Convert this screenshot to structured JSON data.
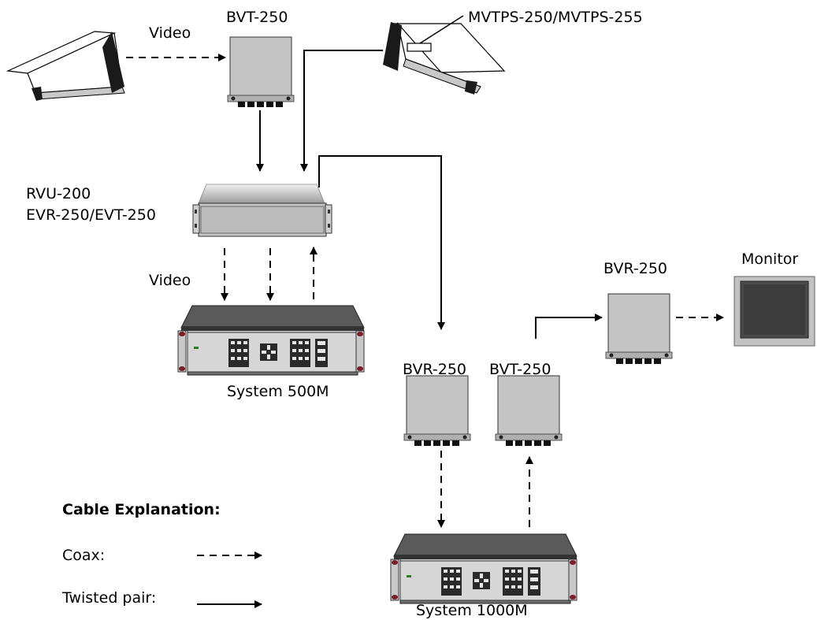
{
  "labels": {
    "bvt_top": "BVT-250",
    "video_top": "Video",
    "mvtps": "MVTPS-250/MVTPS-255",
    "rvu_line1": "RVU-200",
    "rvu_line2": "EVR-250/EVT-250",
    "video_mid": "Video",
    "system500": "System 500M",
    "monitor": "Monitor",
    "bvr_right": "BVR-250",
    "bvr_bottom": "BVR-250",
    "bvt_bottom": "BVT-250",
    "system1000": "System 1000M"
  },
  "legend": {
    "title": "Cable Explanation:",
    "coax": "Coax:",
    "twisted": "Twisted pair:"
  },
  "colors": {
    "device_gray": "#c0c0c0",
    "panel_gray": "#b8b8b8",
    "dark": "#3a3a3a",
    "rack_ear": "#7a1f2a"
  }
}
